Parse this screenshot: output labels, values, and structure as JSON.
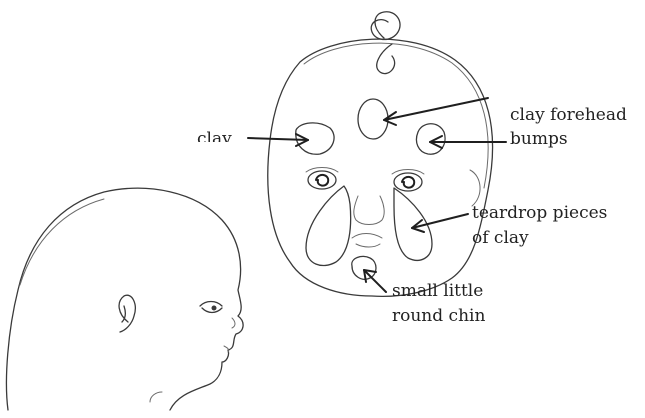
{
  "labels": {
    "forehead_line1": "clay forehead",
    "forehead_line2": "bumps",
    "clay": "clay",
    "teardrop_line1": "teardrop pieces",
    "teardrop_line2": "of clay",
    "chin_line1": "small little",
    "chin_line2": "round chin"
  },
  "colors": {
    "ink": "#3a3a3a",
    "background": "#ffffff"
  }
}
